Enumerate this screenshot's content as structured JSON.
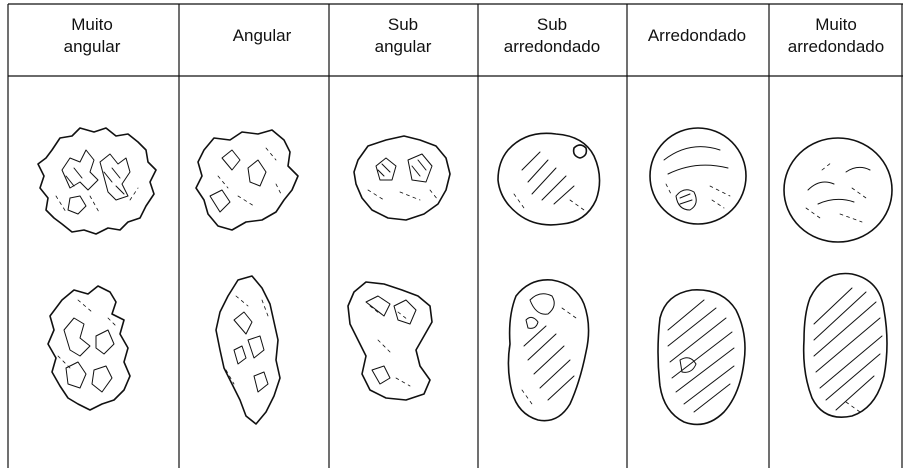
{
  "columns": [
    {
      "id": "muito-angular",
      "label_lines": [
        "Muito",
        "angular"
      ]
    },
    {
      "id": "angular",
      "label_lines": [
        "Angular"
      ]
    },
    {
      "id": "sub-angular",
      "label_lines": [
        "Sub",
        "angular"
      ]
    },
    {
      "id": "sub-arredondado",
      "label_lines": [
        "Sub",
        "arredondado"
      ]
    },
    {
      "id": "arredondado",
      "label_lines": [
        "Arredondado"
      ]
    },
    {
      "id": "muito-arredondado",
      "label_lines": [
        "Muito",
        "arredondado"
      ]
    }
  ],
  "colors": {
    "line": "#111111",
    "background": "#ffffff"
  }
}
